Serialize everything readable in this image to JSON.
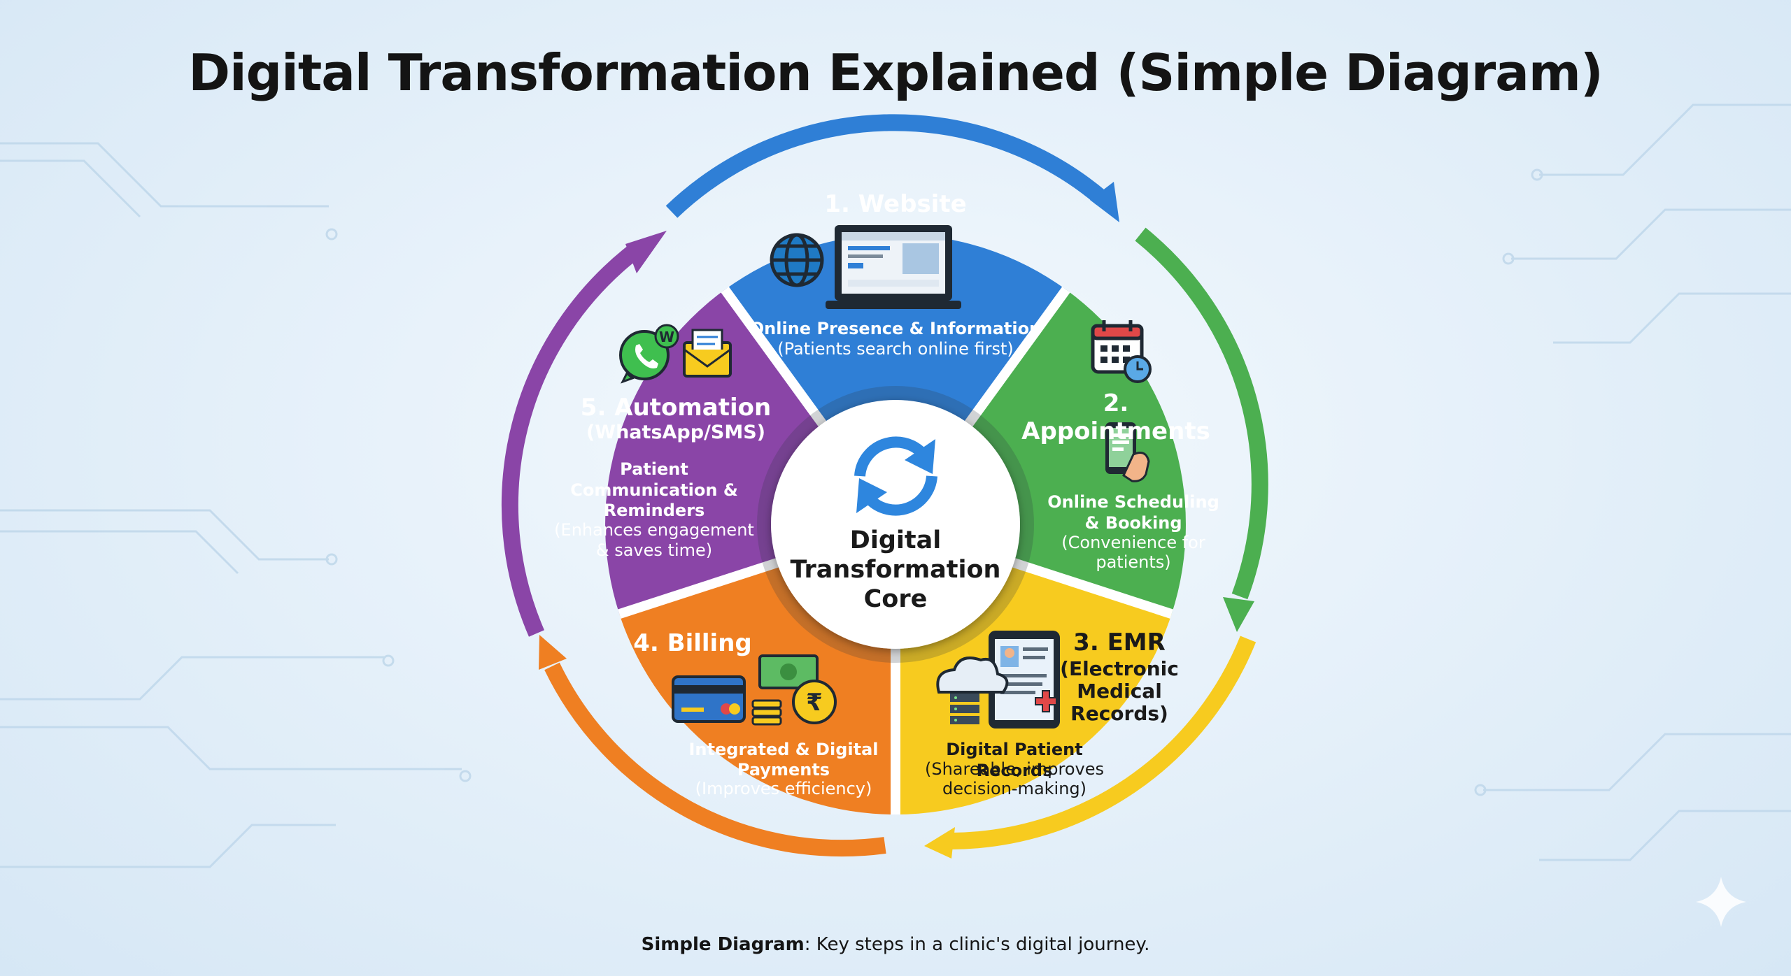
{
  "title": "Digital Transformation Explained (Simple Diagram)",
  "core": {
    "line1": "Digital",
    "line2": "Transformation",
    "line3": "Core"
  },
  "segments": [
    {
      "heading": "1. Website",
      "subtitle": "Online Presence & Information",
      "detail": "(Patients search online first)",
      "color": "#2f7fd6"
    },
    {
      "heading": "2. Appointments",
      "subtitle_line1": "Online Scheduling",
      "subtitle_line2": "& Booking",
      "detail_line1": "(Convenience for",
      "detail_line2": "patients)",
      "color": "#4caf50"
    },
    {
      "heading_line1": "3. EMR",
      "heading_line2": "(Electronic",
      "heading_line3": "Medical",
      "heading_line4": "Records)",
      "subtitle": "Digital Patient Records",
      "detail_line1": "(Shareable, improves",
      "detail_line2": "decision-making)",
      "color": "#f7cb1f"
    },
    {
      "heading": "4. Billing",
      "subtitle_line1": "Integrated & Digital",
      "subtitle_line2": "Payments",
      "detail": "(Improves efficiency)",
      "color": "#ef7f22"
    },
    {
      "heading_line1": "5. Automation",
      "heading_line2": "(WhatsApp/SMS)",
      "subtitle_line1": "Patient",
      "subtitle_line2": "Communication &",
      "subtitle_line3": "Reminders",
      "detail_line1": "(Enhances engagement",
      "detail_line2": "& saves time)",
      "color": "#8a45a7"
    }
  ],
  "icons": [
    "globe-icon",
    "laptop-icon",
    "calendar-icon",
    "clock-icon",
    "smartphone-icon",
    "tablet-medical-record-icon",
    "cloud-server-icon",
    "credit-card-icon",
    "cash-icon",
    "rupee-coin-icon",
    "whatsapp-icon",
    "envelope-icon",
    "refresh-icon"
  ],
  "caption": {
    "bold": "Simple Diagram",
    "rest": ": Key steps in a clinic's digital journey."
  }
}
